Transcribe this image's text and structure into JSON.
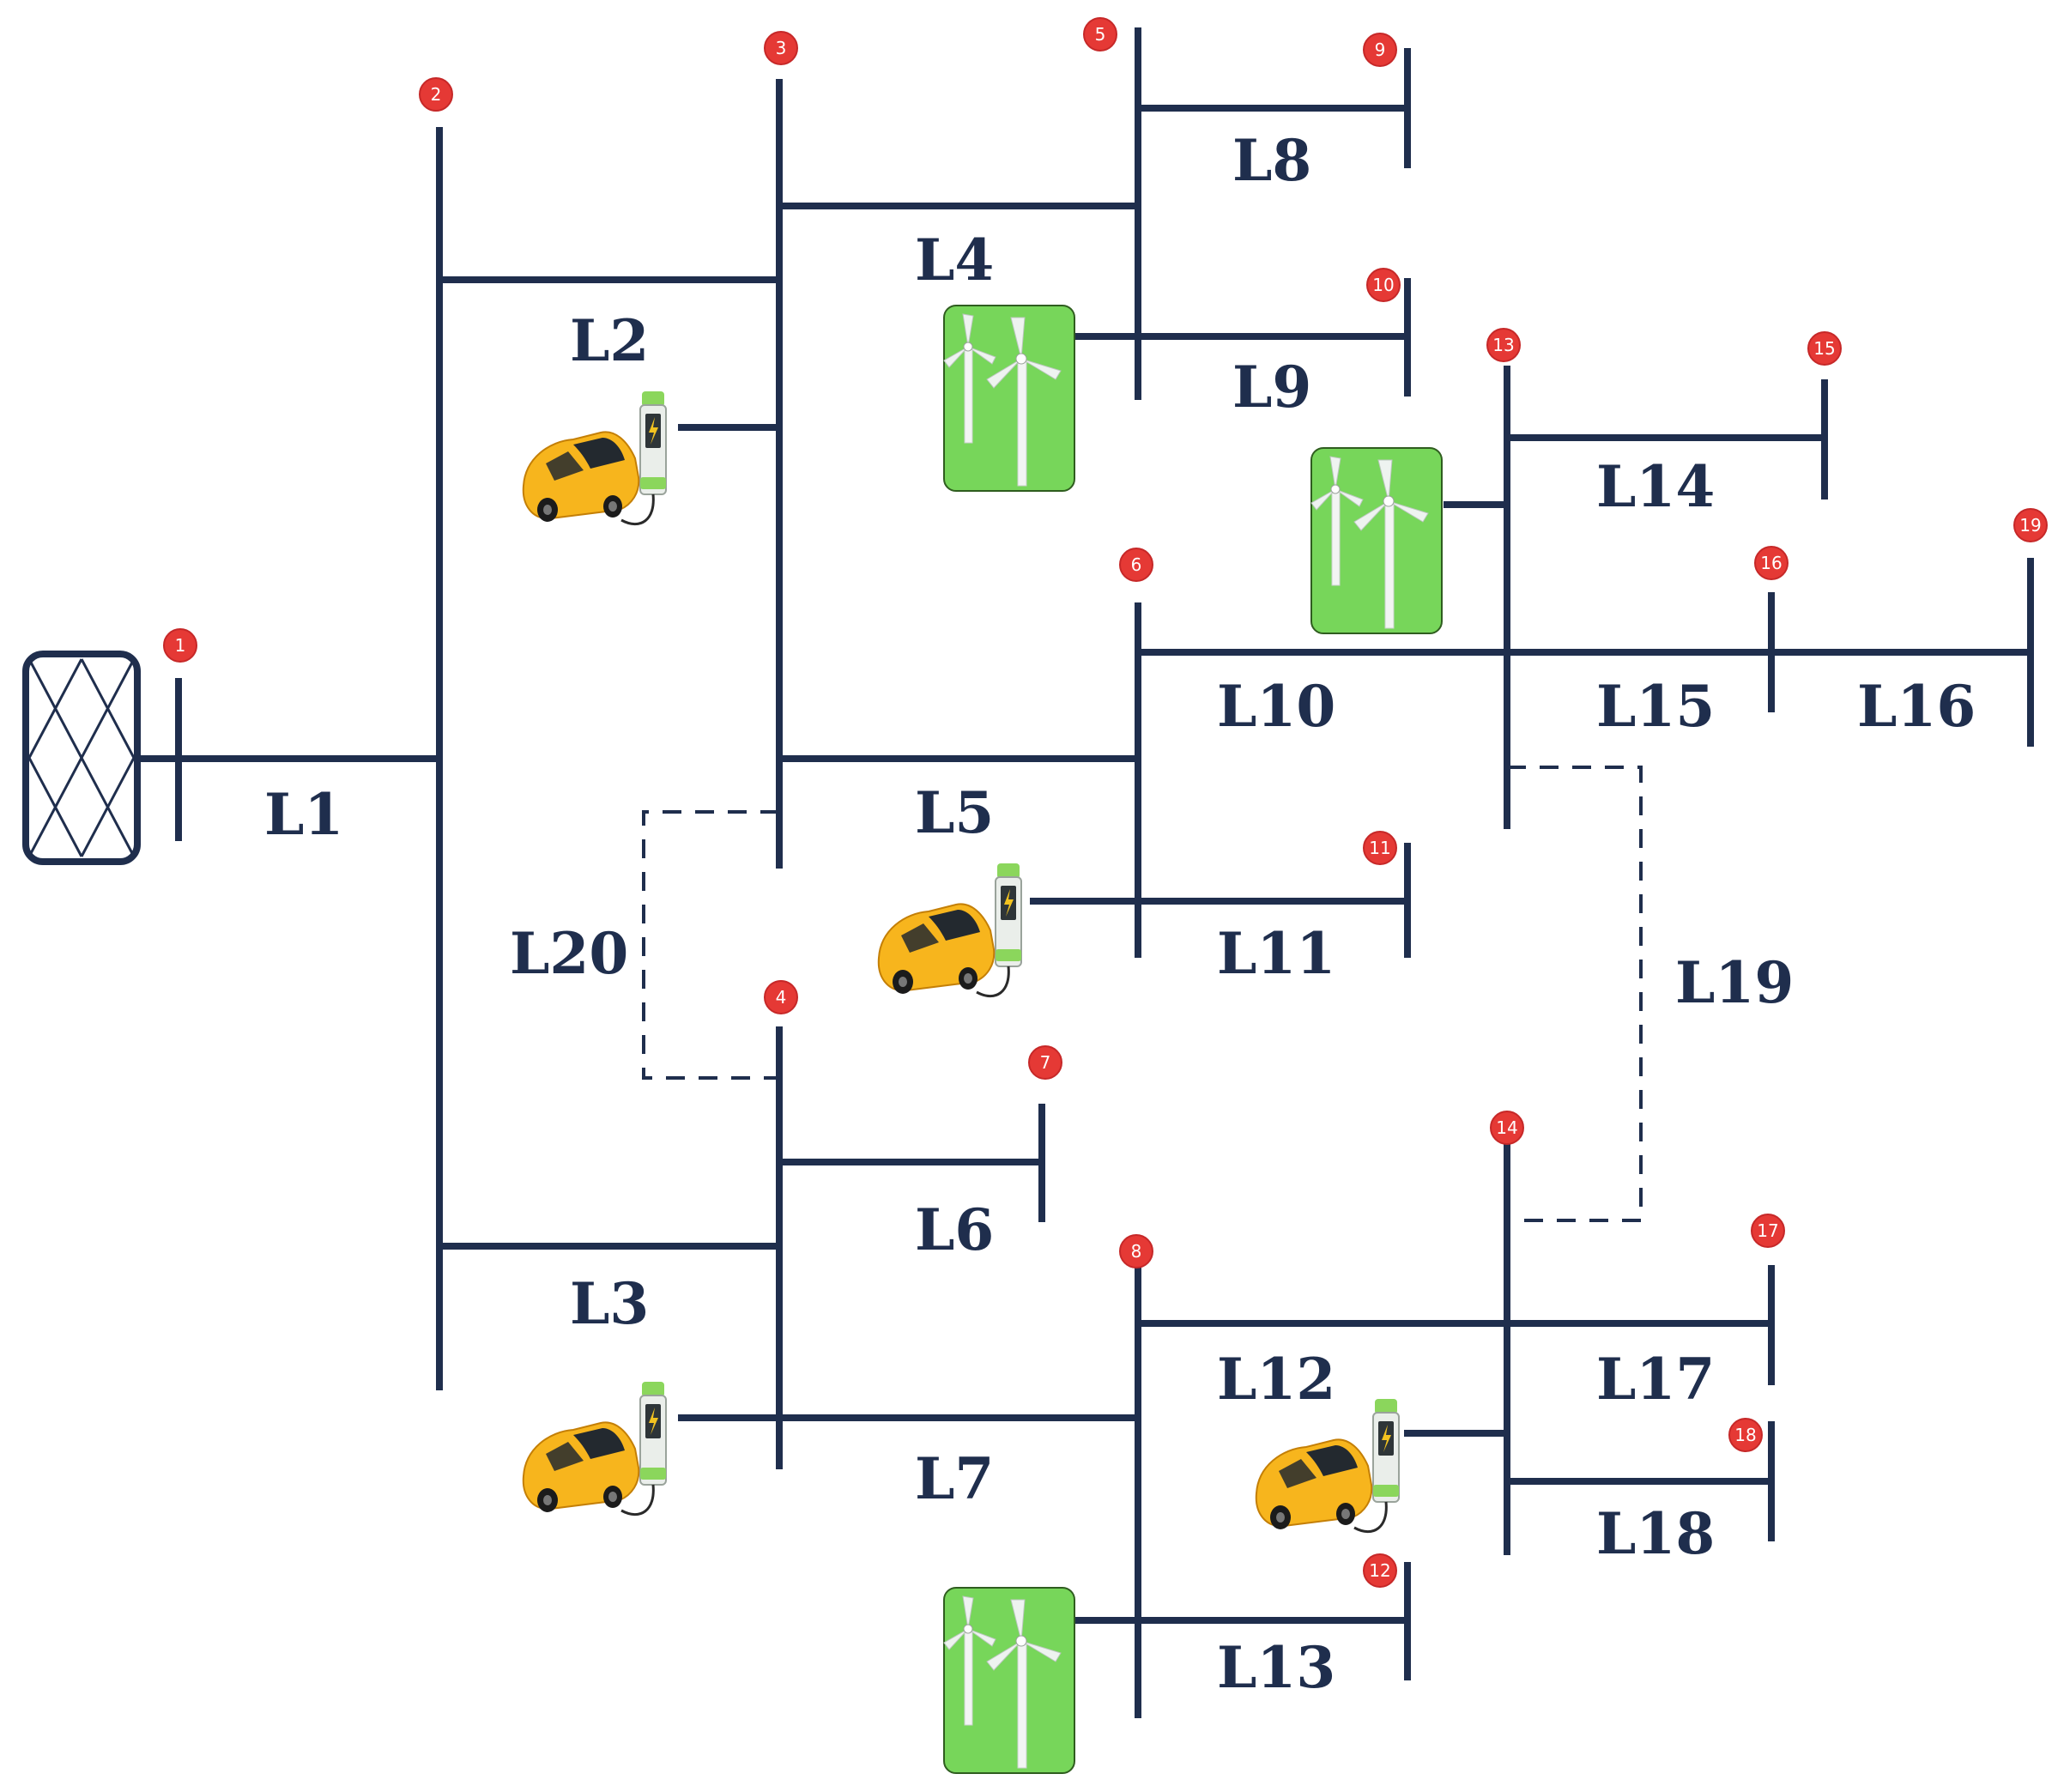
{
  "diagram": {
    "nodes": [
      "1",
      "2",
      "3",
      "4",
      "5",
      "6",
      "7",
      "8",
      "9",
      "10",
      "11",
      "12",
      "13",
      "14",
      "15",
      "16",
      "17",
      "18",
      "19"
    ],
    "lines": [
      "L1",
      "L2",
      "L3",
      "L4",
      "L5",
      "L6",
      "L7",
      "L8",
      "L9",
      "L10",
      "L11",
      "L12",
      "L13",
      "L14",
      "L15",
      "L16",
      "L17",
      "L18",
      "L19",
      "L20"
    ],
    "tie_lines": [
      "L19",
      "L20"
    ],
    "wind_turbine_count": 3,
    "ev_charging_station_count": 4,
    "colors": {
      "line": "#1f2e4d",
      "node_marker": "#e53935",
      "wind_background": "#77d65a",
      "ev_car": "#f7b51d"
    },
    "icons": [
      "grid-source-icon",
      "wind-turbine-icon",
      "ev-charging-station-icon"
    ]
  }
}
